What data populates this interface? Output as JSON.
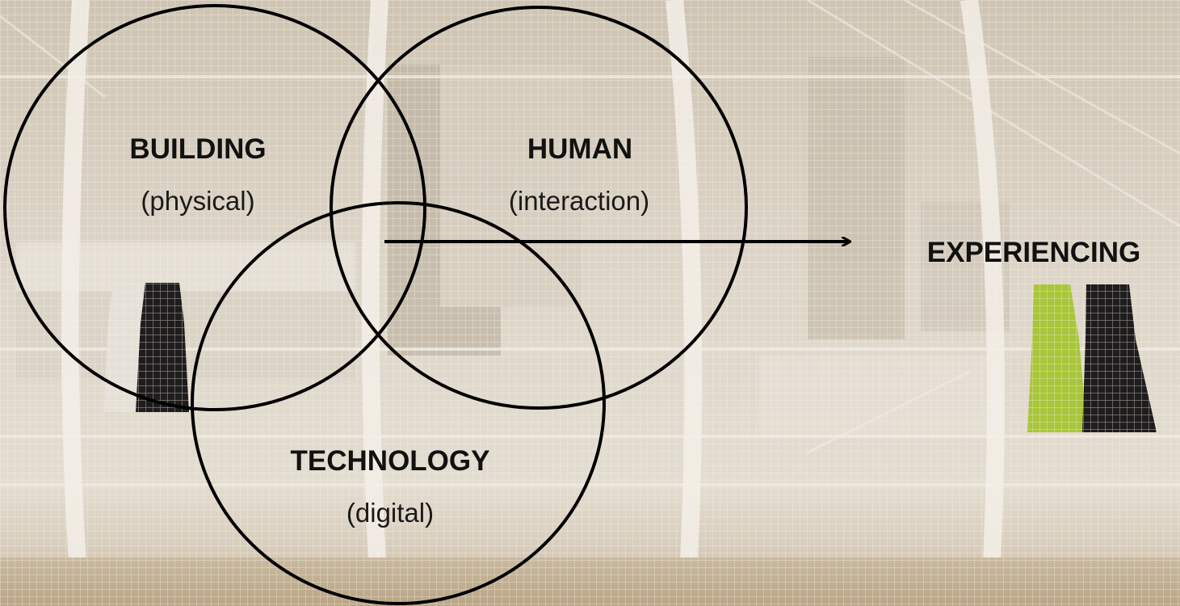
{
  "diagram": {
    "circles": [
      {
        "key": "building",
        "title": "BUILDING",
        "subtitle": "(physical)"
      },
      {
        "key": "human",
        "title": "HUMAN",
        "subtitle": "(interaction)"
      },
      {
        "key": "technology",
        "title": "TECHNOLOGY",
        "subtitle": "(digital)"
      }
    ],
    "result_label": "EXPERIENCING"
  },
  "colors": {
    "stroke": "#000000",
    "text": "#111111",
    "background": "#d8cfc1",
    "grid": "#f2eee6",
    "dress_green": "#a9c63a",
    "dress_black": "#1e1c1c"
  }
}
